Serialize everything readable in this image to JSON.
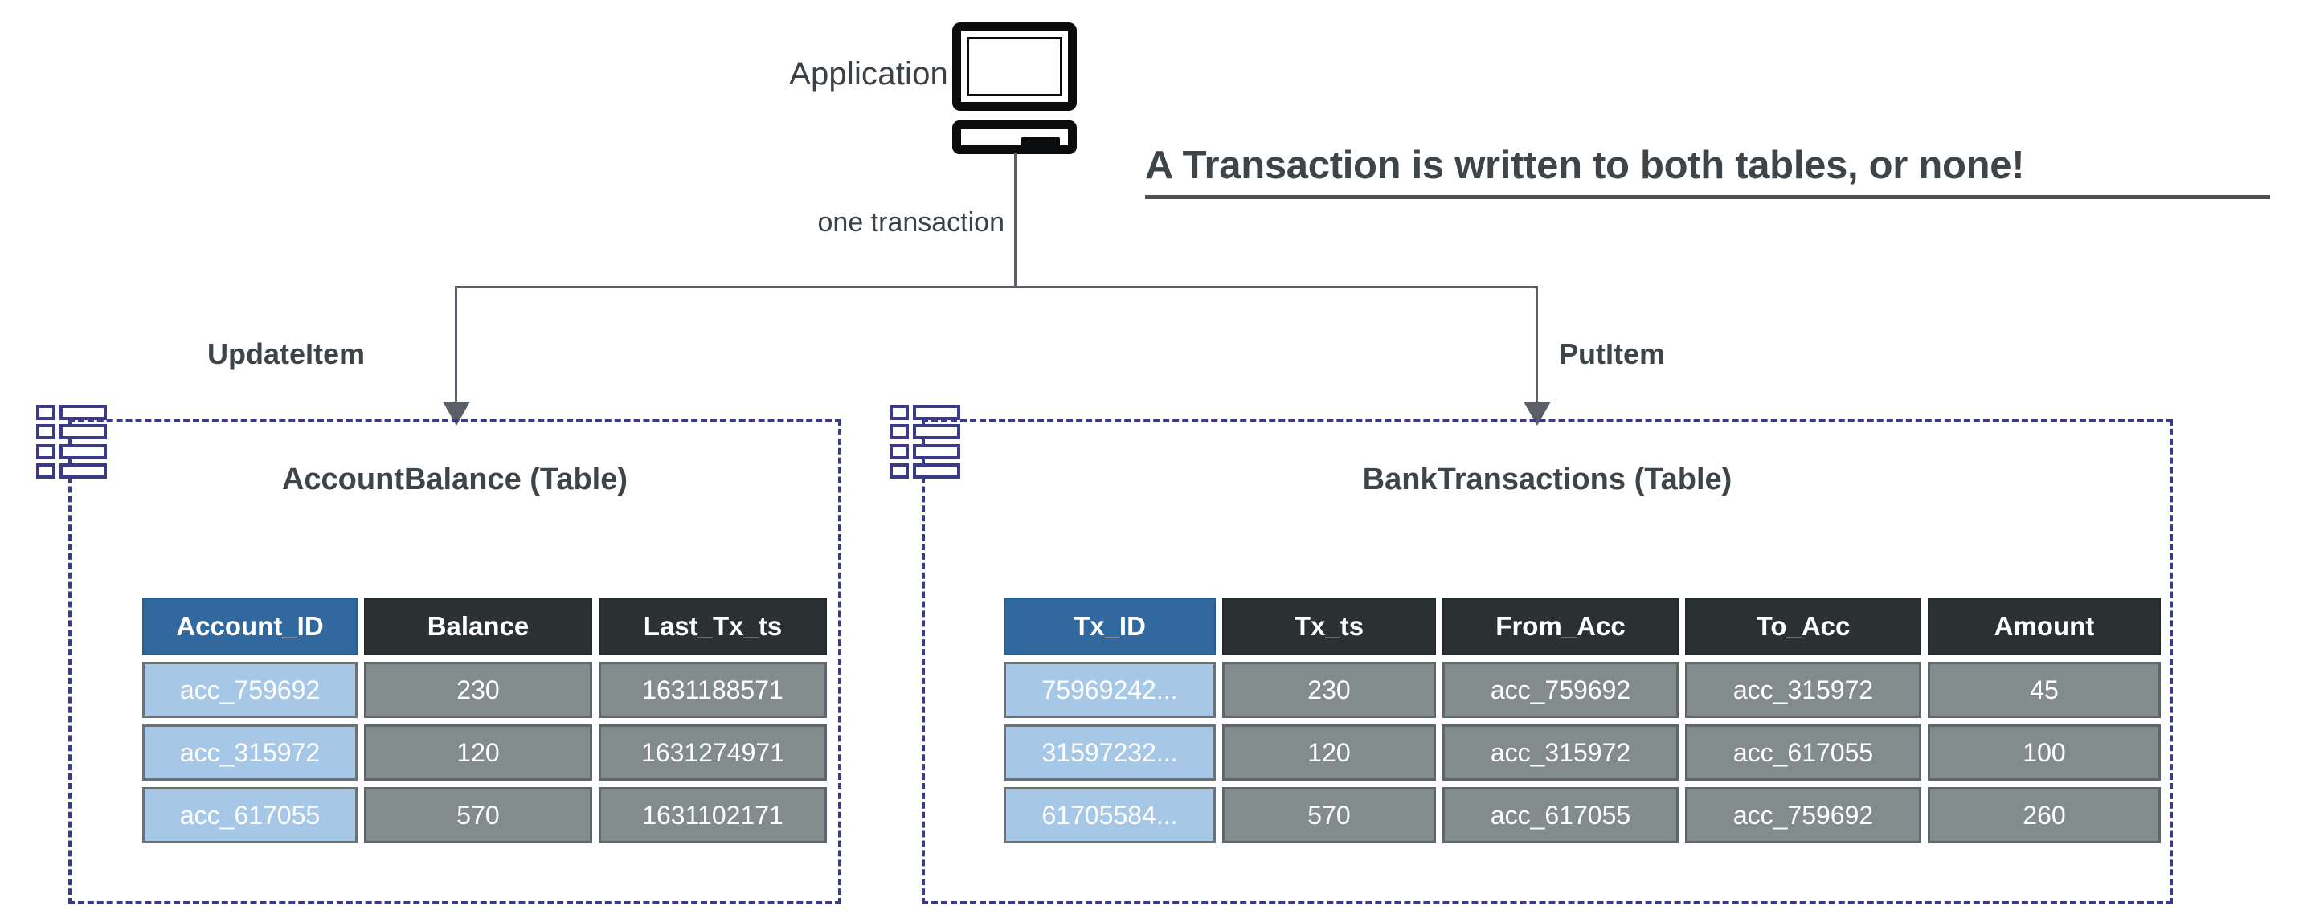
{
  "application": {
    "label": "Application",
    "icon": "computer-monitor-icon"
  },
  "headline": {
    "text": "A Transaction is written to both tables, or none!",
    "color": "#3e4447",
    "underline": true
  },
  "edges": {
    "from_app_label": "one transaction",
    "left_operation": "UpdateItem",
    "right_operation": "PutItem"
  },
  "colors": {
    "primary_key_header": "#31689e",
    "attribute_header": "#2b3033",
    "primary_key_cell": "#a6c8e6",
    "attribute_cell": "#828c8c",
    "dashed_border": "#3b3a86",
    "connector": "#5a6065",
    "text_dark": "#3e4447"
  },
  "tables": [
    {
      "id": "accountbalance",
      "title": "AccountBalance (Table)",
      "icon": "dynamodb-table-icon",
      "columns": [
        "Account_ID",
        "Balance",
        "Last_Tx_ts"
      ],
      "rows": [
        [
          "acc_759692",
          "230",
          "1631188571"
        ],
        [
          "acc_315972",
          "120",
          "1631274971"
        ],
        [
          "acc_617055",
          "570",
          "1631102171"
        ]
      ]
    },
    {
      "id": "banktransactions",
      "title": "BankTransactions (Table)",
      "icon": "dynamodb-table-icon",
      "columns": [
        "Tx_ID",
        "Tx_ts",
        "From_Acc",
        "To_Acc",
        "Amount"
      ],
      "rows": [
        [
          "75969242...",
          "230",
          "acc_759692",
          "acc_315972",
          "45"
        ],
        [
          "31597232...",
          "120",
          "acc_315972",
          "acc_617055",
          "100"
        ],
        [
          "61705584...",
          "570",
          "acc_617055",
          "acc_759692",
          "260"
        ]
      ]
    }
  ]
}
